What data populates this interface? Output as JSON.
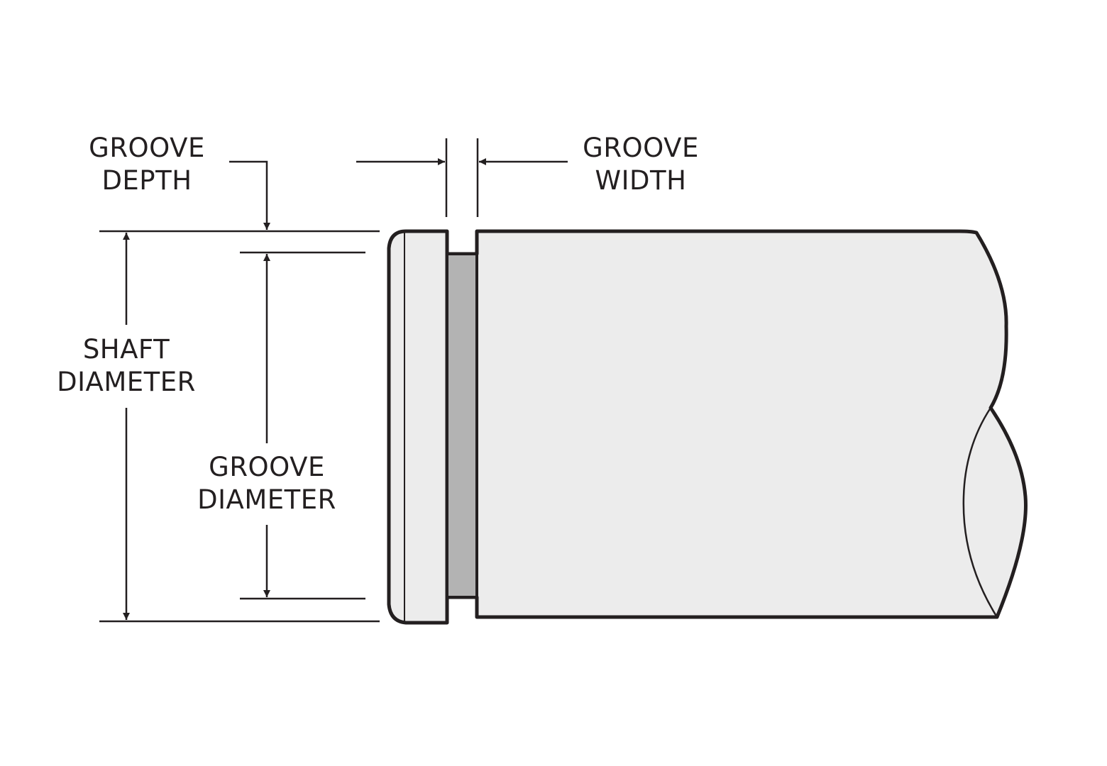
{
  "colors": {
    "line": "#231f20",
    "shaft_fill": "#ececec",
    "groove_fill": "#b3b3b3",
    "background": "#ffffff"
  },
  "labels": {
    "groove_depth": [
      "GROOVE",
      "DEPTH"
    ],
    "groove_width": [
      "GROOVE",
      "WIDTH"
    ],
    "shaft_diameter": [
      "SHAFT",
      "DIAMETER"
    ],
    "groove_diameter": [
      "GROOVE",
      "DIAMETER"
    ]
  }
}
